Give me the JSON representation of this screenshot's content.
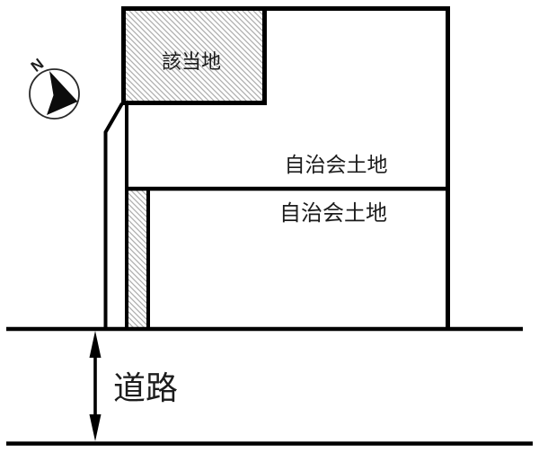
{
  "colors": {
    "background": "#ffffff",
    "line": "#000000",
    "hatch_line": "#aeaeae",
    "text": "#1c1c1c"
  },
  "compass": {
    "north_label": "N"
  },
  "parcels": {
    "subject_site": {
      "label": "該当地",
      "hatched": true
    },
    "upper_association": {
      "label": "自治会土地",
      "hatched": false
    },
    "lower_association": {
      "label": "自治会土地",
      "hatched": false
    }
  },
  "road": {
    "label": "道路"
  }
}
